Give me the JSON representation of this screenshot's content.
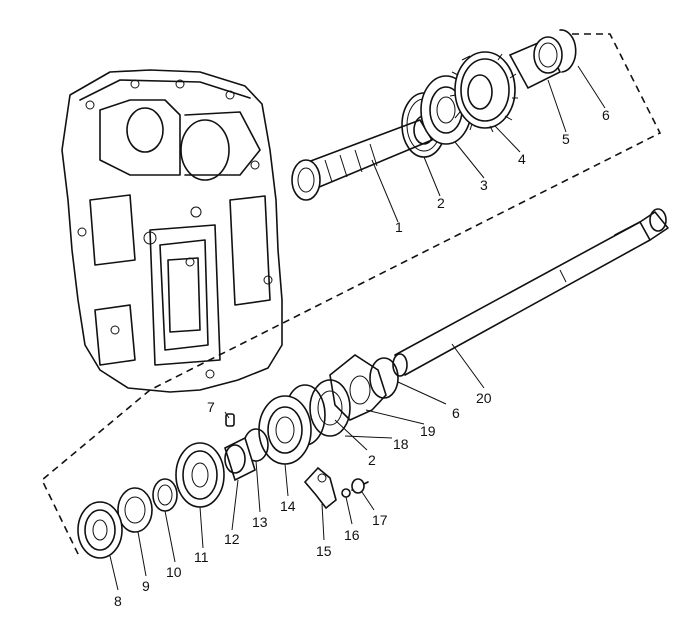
{
  "callouts": [
    {
      "key": "c1",
      "text": "1"
    },
    {
      "key": "c2",
      "text": "2"
    },
    {
      "key": "c3",
      "text": "3"
    },
    {
      "key": "c4",
      "text": "4"
    },
    {
      "key": "c5",
      "text": "5"
    },
    {
      "key": "c6",
      "text": "6"
    },
    {
      "key": "c7",
      "text": "7"
    },
    {
      "key": "c8",
      "text": "8"
    },
    {
      "key": "c9",
      "text": "9"
    },
    {
      "key": "c10",
      "text": "10"
    },
    {
      "key": "c11",
      "text": "11"
    },
    {
      "key": "c12",
      "text": "12"
    },
    {
      "key": "c13",
      "text": "13"
    },
    {
      "key": "c14",
      "text": "14"
    },
    {
      "key": "c15",
      "text": "15"
    },
    {
      "key": "c16",
      "text": "16"
    },
    {
      "key": "c17",
      "text": "17"
    },
    {
      "key": "c18",
      "text": "18"
    },
    {
      "key": "c19",
      "text": "19"
    },
    {
      "key": "c20",
      "text": "20"
    },
    {
      "key": "c2b",
      "text": "2"
    },
    {
      "key": "c6b",
      "text": "6"
    }
  ]
}
